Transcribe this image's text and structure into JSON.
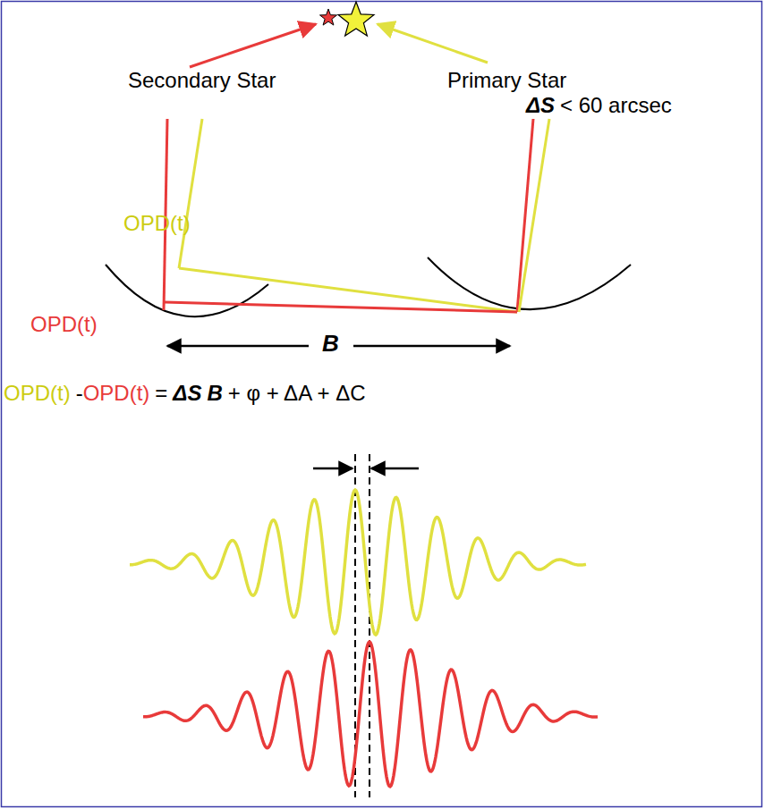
{
  "diagram": {
    "labels": [
      "Secondary Star",
      "Primary Star",
      "ΔS",
      "< 60 arcsec",
      "OPD(t)",
      "OPD(t)",
      "B",
      "OPD(t)",
      "-",
      "OPD(t)",
      "=",
      "ΔS",
      "B",
      "+ φ + ΔA + ΔC"
    ]
  }
}
